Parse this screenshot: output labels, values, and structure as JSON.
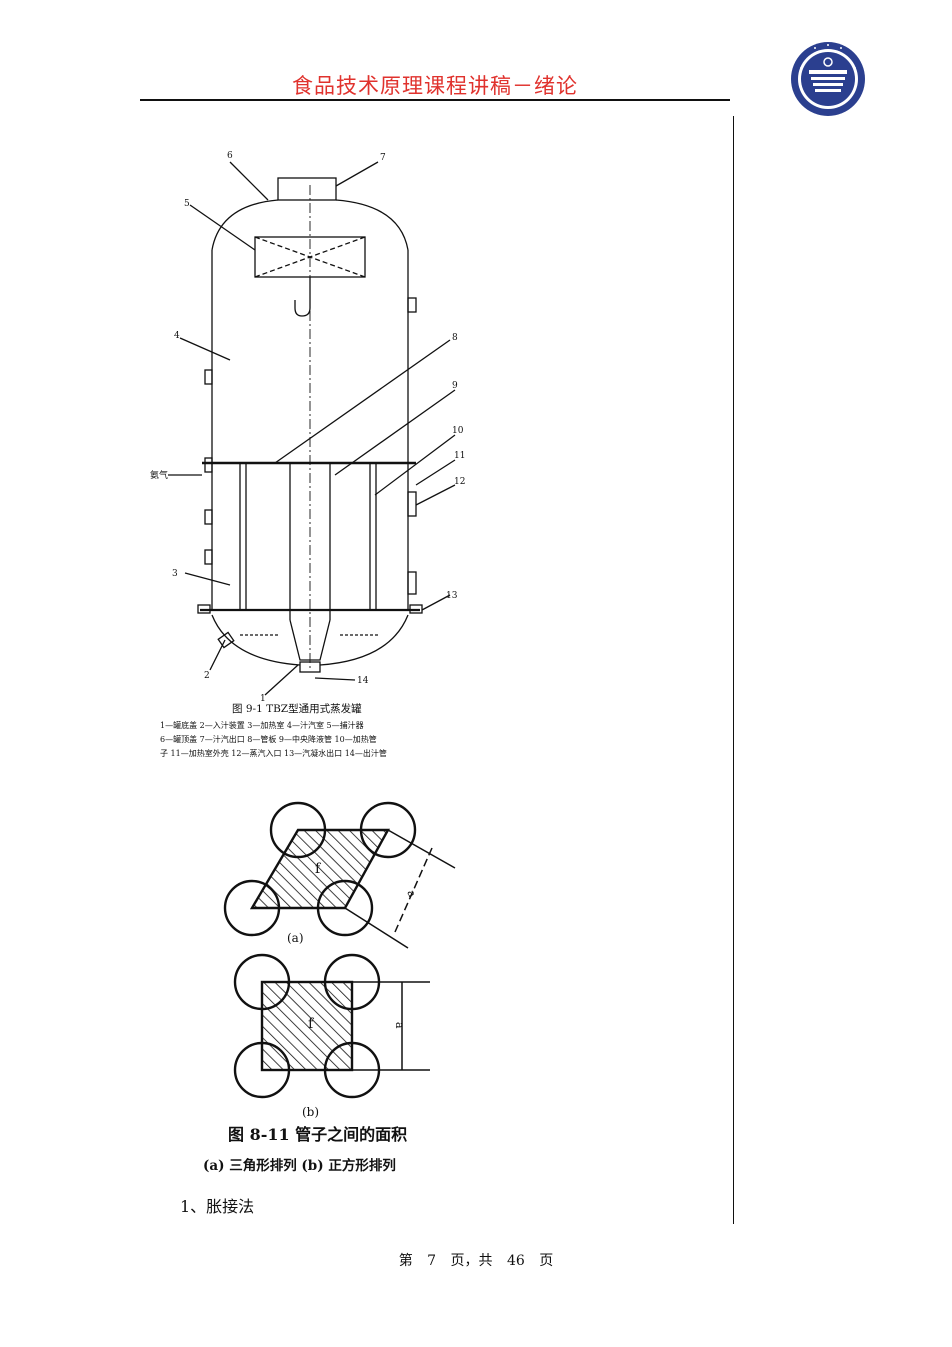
{
  "header": {
    "title": "食品技术原理课程讲稿－绪论",
    "accent_color": "#e0322d",
    "logo_color": "#2b3f8f"
  },
  "figure1": {
    "caption": "图 9-1   TBZ型通用式蒸发罐",
    "legend": [
      "1—罐底盖  2—入汁装置  3—加热室  4—汁汽室  5—捕汁器",
      "6—罐顶盖  7—汁汽出口  8—管板  9—中央降液管  10—加热管",
      "子  11—加热室外壳  12—蒸汽入口  13—汽凝水出口  14—出汁管"
    ],
    "labels": [
      "1",
      "2",
      "3",
      "4",
      "5",
      "6",
      "7",
      "8",
      "9",
      "10",
      "11",
      "12",
      "13",
      "14"
    ],
    "side_label": "氨气"
  },
  "figure2": {
    "sub_a": "(a)",
    "sub_b": "(b)",
    "area_symbol": "f",
    "pitch_symbol": "a",
    "caption": "图 8-11   管子之间的面积",
    "subcaption": "(a) 三角形排列    (b) 正方形排列"
  },
  "body": {
    "paragraph": "1、胀接法"
  },
  "footer": {
    "prefix": "第",
    "page": "7",
    "mid": "页，共",
    "total": "46",
    "suffix": "页"
  }
}
